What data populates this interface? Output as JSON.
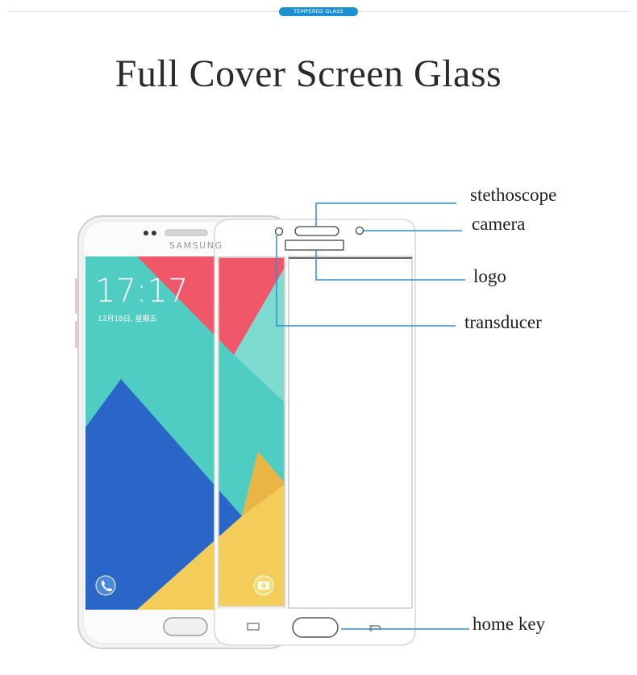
{
  "header": {
    "badge": "TEMPERED GLASS",
    "title": "Full Cover Screen Glass"
  },
  "phone": {
    "brand": "SAMSUNG",
    "time": "17:17",
    "date": "12月18日, 星期五",
    "icons": [
      "phone-icon",
      "camera-icon"
    ]
  },
  "labels": {
    "stethoscope": "stethoscope",
    "camera": "camera",
    "logo": "logo",
    "transducer": "transducer",
    "home_key": "home key"
  },
  "colors": {
    "accent": "#1e8fd0",
    "callout": "#2e8fd3",
    "wall_teal": "#4fcdc2",
    "wall_red": "#f0586a",
    "wall_blue": "#2a66c7",
    "wall_yellow": "#f3cc5a"
  }
}
